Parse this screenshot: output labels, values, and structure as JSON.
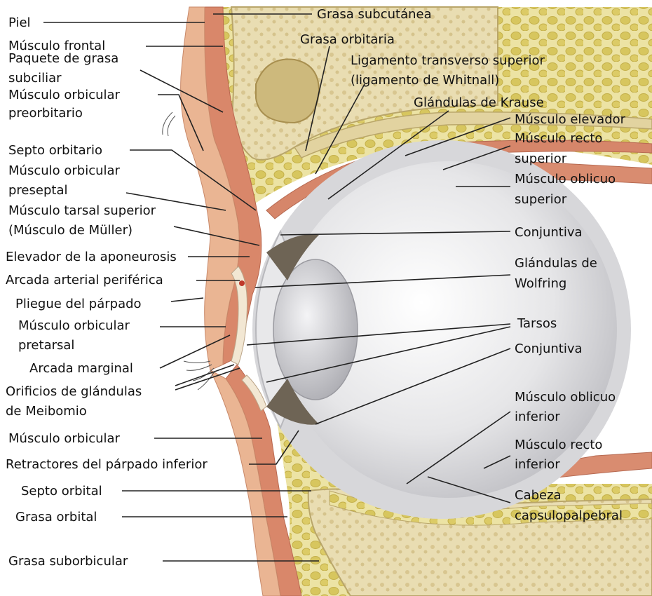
{
  "labels_left": {
    "piel": "Piel",
    "musculo_frontal": "Músculo frontal",
    "paquete_grasa_l1": "Paquete de grasa",
    "paquete_grasa_l2": "subciliar",
    "orbicular_preorbitario_l1": "Músculo orbicular",
    "orbicular_preorbitario_l2": "preorbitario",
    "septo_orbitario": "Septo orbitario",
    "orbicular_preseptal_l1": "Músculo orbicular",
    "orbicular_preseptal_l2": "preseptal",
    "tarsal_superior_l1": "Músculo tarsal superior",
    "tarsal_superior_l2": "(Músculo de Müller)",
    "elevador_aponeurosis": "Elevador de la aponeurosis",
    "arcada_periferica": "Arcada arterial periférica",
    "pliegue_parpado": "Pliegue del párpado",
    "orbicular_pretarsal_l1": "Músculo orbicular",
    "orbicular_pretarsal_l2": "pretarsal",
    "arcada_marginal": "Arcada marginal",
    "orificios_meibomio_l1": "Orificios de glándulas",
    "orificios_meibomio_l2": "de Meibomio",
    "musculo_orbicular": "Músculo orbicular",
    "retractores": "Retractores del párpado inferior",
    "septo_orbital": "Septo orbital",
    "grasa_orbital": "Grasa orbital",
    "grasa_suborbicular": "Grasa suborbicular"
  },
  "labels_right": {
    "grasa_subcutanea": "Grasa subcutánea",
    "grasa_orbitaria": "Grasa orbitaria",
    "ligamento_l1": "Ligamento transverso superior",
    "ligamento_l2": "(ligamento de Whitnall)",
    "krause": "Glándulas de Krause",
    "musculo_elevador": "Músculo elevador",
    "recto_superior_l1": "Músculo recto",
    "recto_superior_l2": "superior",
    "oblicuo_superior_l1": "Músculo oblicuo",
    "oblicuo_superior_l2": "superior",
    "conjuntiva_1": "Conjuntiva",
    "wolfring_l1": "Glándulas de",
    "wolfring_l2": "Wolfring",
    "tarsos": "Tarsos",
    "conjuntiva_2": "Conjuntiva",
    "oblicuo_inferior_l1": "Músculo oblicuo",
    "oblicuo_inferior_l2": "inferior",
    "recto_inferior_l1": "Músculo recto",
    "recto_inferior_l2": "inferior",
    "cabeza_l1": "Cabeza",
    "cabeza_l2": "capsulopalpebral"
  },
  "colors": {
    "skin": "#e9b48f",
    "muscle": "#d98a6a",
    "fat": "#e6dc8a",
    "bone": "#e8dcae",
    "bone_inner": "#d2c08a",
    "sclera": "#e4e4e6",
    "lens": "#c8c8cc",
    "leader": "#222222"
  }
}
